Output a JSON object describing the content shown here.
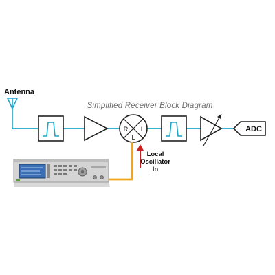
{
  "diagram": {
    "title": "Simplified Receiver Block Diagram",
    "antenna_label": "Antenna",
    "mixer_ports": {
      "r": "R",
      "i": "I",
      "l": "L"
    },
    "lo_label_lines": [
      "Local",
      "Oscillator",
      "In"
    ],
    "adc_label": "ADC"
  },
  "colors": {
    "signal_line": "#1ea6c8",
    "block_outline": "#222222",
    "lo_cable": "#f2a51a",
    "lo_arrow": "#cc1f1f",
    "title_text": "#6d6d6d"
  },
  "icons": [
    "antenna-icon",
    "bandpass-filter-icon",
    "amplifier-icon",
    "mixer-icon",
    "variable-gain-amplifier-icon",
    "signal-generator-instrument"
  ]
}
